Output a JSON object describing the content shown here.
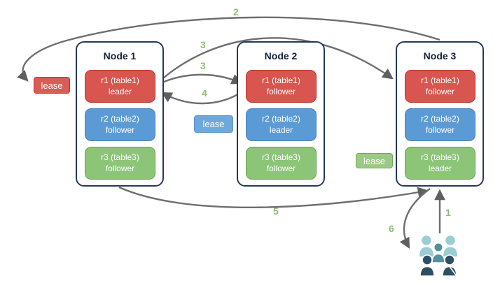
{
  "diagram_type": "distributed-consensus-leaseholder-diagram",
  "nodes": [
    {
      "title": "Node 1",
      "replicas": [
        {
          "range": "r1 (table1)",
          "role": "leader",
          "color": "#d8564f"
        },
        {
          "range": "r2 (table2)",
          "role": "follower",
          "color": "#5b9bd5"
        },
        {
          "range": "r3 (table3)",
          "role": "follower",
          "color": "#8cc578"
        }
      ]
    },
    {
      "title": "Node 2",
      "replicas": [
        {
          "range": "r1 (table1)",
          "role": "follower",
          "color": "#d8564f"
        },
        {
          "range": "r2 (table2)",
          "role": "leader",
          "color": "#5b9bd5"
        },
        {
          "range": "r3 (table3)",
          "role": "follower",
          "color": "#8cc578"
        }
      ]
    },
    {
      "title": "Node 3",
      "replicas": [
        {
          "range": "r1 (table1)",
          "role": "follower",
          "color": "#d8564f"
        },
        {
          "range": "r2 (table2)",
          "role": "follower",
          "color": "#5b9bd5"
        },
        {
          "range": "r3 (table3)",
          "role": "leader",
          "color": "#8cc578"
        }
      ]
    }
  ],
  "leases": [
    {
      "text": "lease",
      "color": "#da5c55",
      "near": "Node 1 r1 leader"
    },
    {
      "text": "lease",
      "color": "#6fa8dc",
      "near": "Node 2 r2 leader"
    },
    {
      "text": "lease",
      "color": "#9cca86",
      "near": "Node 3 r3 leader"
    }
  ],
  "steps": {
    "s1": "1",
    "s2": "2",
    "s3a": "3",
    "s3b": "3",
    "s4": "4",
    "s5": "5",
    "s6": "6"
  },
  "icons": {
    "users": "users-group-icon"
  },
  "colors": {
    "node_border": "#24395e",
    "arrow": "#6e6e6e",
    "step_label": "#8ebd72",
    "replica_red": "#d8564f",
    "replica_blue": "#5b9bd5",
    "replica_green": "#8cc578",
    "users_light": "#9bcdd2",
    "users_mid": "#53929c",
    "users_dark": "#2e4f63"
  }
}
